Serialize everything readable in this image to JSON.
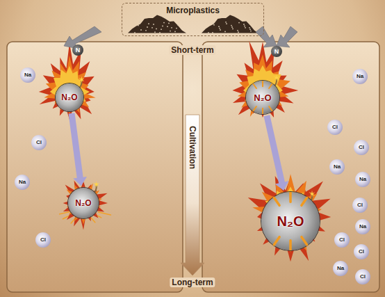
{
  "diagram": {
    "nodes": [
      {
        "text": [
          "Microplastics"
        ]
      },
      {
        "text": [
          "N"
        ]
      },
      {
        "text": [
          "N"
        ]
      },
      {
        "text": [
          "N₂O"
        ]
      },
      {
        "text": [
          "N₂O"
        ]
      },
      {
        "text": [
          "N₂O"
        ]
      },
      {
        "text": [
          "N₂O"
        ]
      },
      {
        "text": [
          "Na"
        ]
      },
      {
        "text": [
          "Cl"
        ]
      },
      {
        "text": [
          "Na"
        ]
      },
      {
        "text": [
          "Cl"
        ]
      },
      {
        "text": [
          "Na"
        ]
      },
      {
        "text": [
          "Cl"
        ]
      },
      {
        "text": [
          "Cl"
        ]
      },
      {
        "text": [
          "Na"
        ]
      },
      {
        "text": [
          "Na"
        ]
      },
      {
        "text": [
          "Cl"
        ]
      },
      {
        "text": [
          "Na"
        ]
      },
      {
        "text": [
          "Cl"
        ]
      },
      {
        "text": [
          "Cl"
        ]
      },
      {
        "text": [
          "Na"
        ]
      },
      {
        "text": [
          "Cl"
        ]
      }
    ],
    "edges": [
      {
        "from": 3,
        "to": 5,
        "arrow": "to"
      },
      {
        "from": 4,
        "to": 6,
        "arrow": "to"
      }
    ],
    "labels": [
      "Short-term",
      "Cultivation",
      "Long-term"
    ]
  }
}
